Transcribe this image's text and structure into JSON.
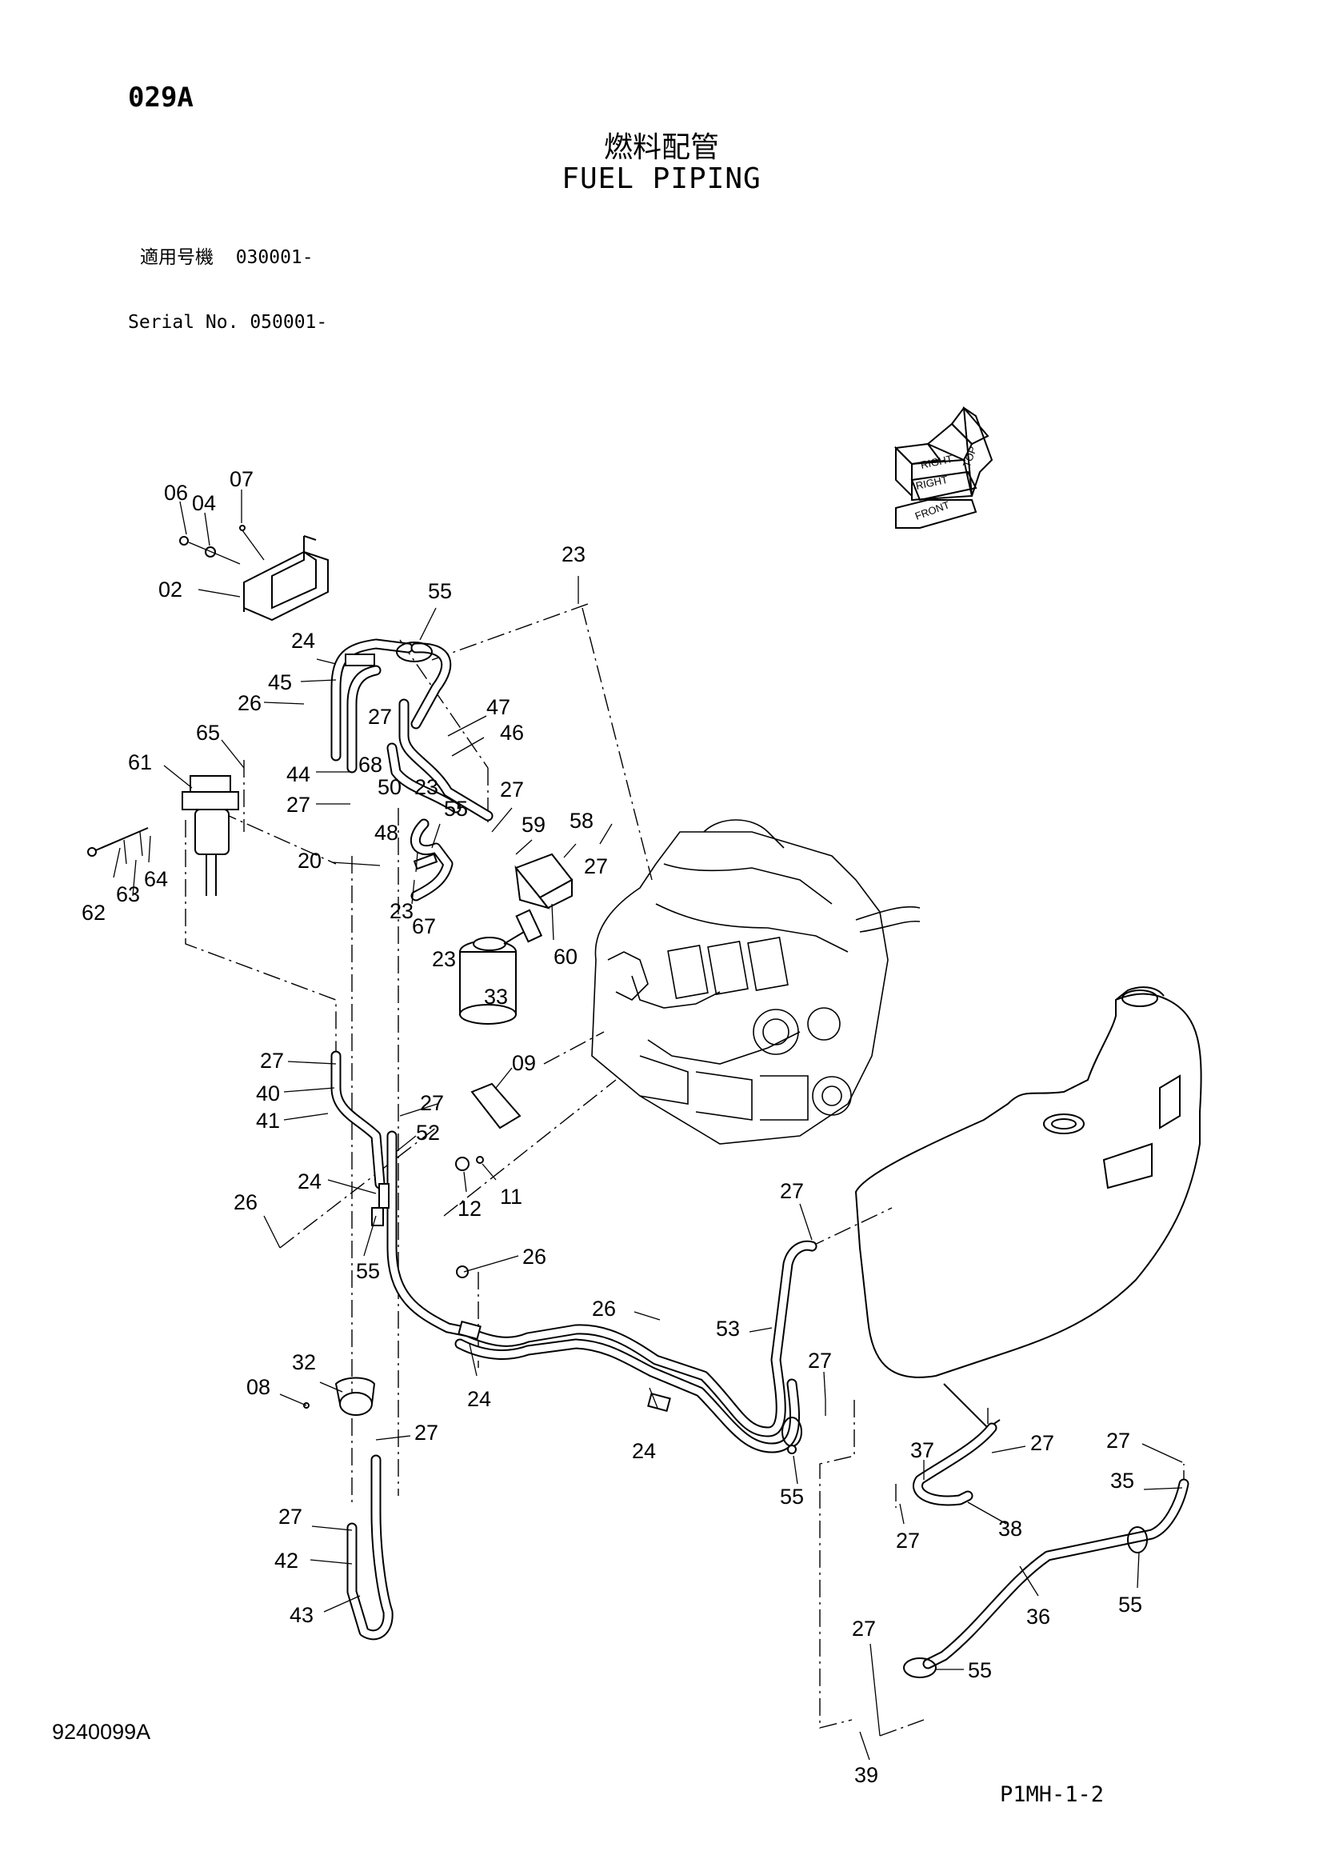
{
  "header": {
    "page_code": "029A",
    "title_jp": "燃料配管",
    "title_en": "FUEL PIPING",
    "serial_jp": "適用号機  030001-",
    "serial_en": "Serial No. 050001-"
  },
  "footer": {
    "drawing_number": "9240099A",
    "sheet_reference": "P1MH-1-2"
  },
  "orientation_icon": {
    "labels": [
      "TOP",
      "RIGHT",
      "FRONT",
      "RIGHT"
    ]
  },
  "callouts": [
    "06",
    "04",
    "07",
    "02",
    "24",
    "45",
    "26",
    "55",
    "23",
    "27",
    "47",
    "46",
    "65",
    "61",
    "44",
    "68",
    "50",
    "23",
    "27",
    "59",
    "58",
    "27",
    "48",
    "55",
    "20",
    "27",
    "23",
    "67",
    "23",
    "60",
    "33",
    "62",
    "63",
    "64",
    "27",
    "40",
    "41",
    "27",
    "52",
    "09",
    "24",
    "26",
    "55",
    "12",
    "11",
    "26",
    "26",
    "53",
    "27",
    "32",
    "08",
    "24",
    "24",
    "27",
    "55",
    "27",
    "27",
    "37",
    "27",
    "35",
    "38",
    "27",
    "42",
    "43",
    "36",
    "55",
    "27",
    "55",
    "39"
  ]
}
